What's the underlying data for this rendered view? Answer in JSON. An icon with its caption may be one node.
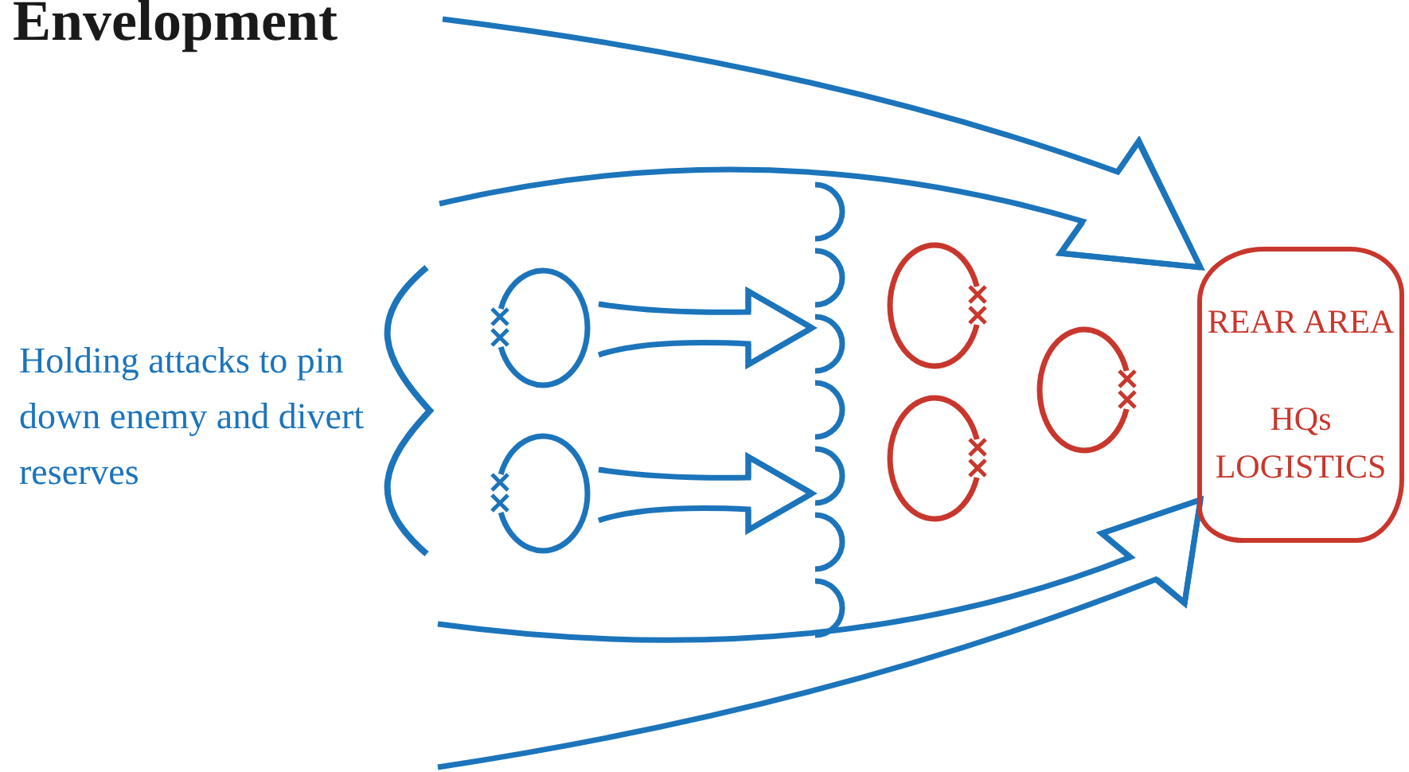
{
  "diagram": {
    "title": "Envelopment",
    "nodes": [
      {
        "text": [],
        "shape": "circle"
      },
      {
        "text": [],
        "shape": "circle"
      },
      {
        "text": [],
        "shape": "line"
      },
      {
        "text": [],
        "shape": "circle"
      },
      {
        "text": [],
        "shape": "circle"
      },
      {
        "text": [],
        "shape": "circle"
      },
      {
        "text": [
          "REAR AREA",
          "HQs LOGISTICS"
        ]
      }
    ],
    "edges": [
      {
        "from": null,
        "to": 6,
        "arrow": "to"
      },
      {
        "from": 0,
        "to": 2,
        "arrow": "to"
      },
      {
        "from": 1,
        "to": 2,
        "arrow": "to"
      },
      {
        "from": null,
        "to": 6,
        "arrow": "to"
      }
    ],
    "labels": [
      "Holding attacks to pin down enemy and divert reserves"
    ]
  }
}
